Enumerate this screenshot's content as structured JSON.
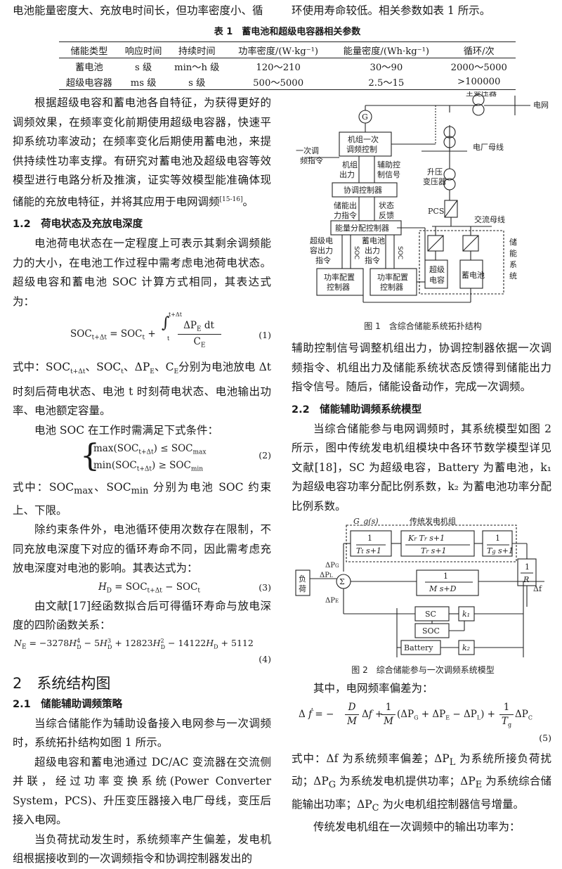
{
  "col_left_top": "电池能量密度大、充放电时间长，但功率密度小、循",
  "col_right_top": "环使用寿命较低。相关参数如表 1 所示。",
  "table1": {
    "caption": "表 1　蓄电池和超级电容器相关参数",
    "headers": [
      "储能类型",
      "响应时间",
      "持续时间",
      "功率密度/(W·kg⁻¹)",
      "能量密度/(Wh·kg⁻¹)",
      "循环/次"
    ],
    "rows": [
      [
        "蓄电池",
        "s 级",
        "min～h 级",
        "120～210",
        "30～90",
        "2000～5000"
      ],
      [
        "超级电容器",
        "ms 级",
        "s 级",
        "500～5000",
        "2.5～15",
        ">100000"
      ]
    ]
  },
  "left": {
    "para1": "根据超级电容和蓄电池各自特征，为获得更好的调频效果，在频率变化前期使用超级电容器，快速平抑系统功率波动；在频率变化后期使用蓄电池，来提供持续性功率支撑。有研究对蓄电池及超级电容等效模型进行电路分析及推演，证实等效模型能准确体现储能的充放电特征，并将其应用于电网调频",
    "para1_ref": "[15-16]",
    "para1_end": "。",
    "sec12": "1.2　荷电状态及充放电深度",
    "para2": "电池荷电状态在一定程度上可表示其剩余调频能力的大小，在电池工作过程中需考虑电池荷电状态。超级电容和蓄电池 SOC 计算方式相同，其表达式为：",
    "eq1_num": "(1)",
    "para3a": "式中：SOC",
    "para3b": "、SOC",
    "para3c": "、ΔP",
    "para3d": "、C",
    "para3e": "分别为电池放电 Δt 时刻后荷电状态、电池 t 时刻荷电状态、电池输出功率、电池额定容量。",
    "para4": "电池 SOC 在工作时需满足下式条件：",
    "eq2_num": "(2)",
    "para5": "式中：SOC<sub>max</sub>、SOC<sub>min</sub> 分别为电池 SOC 约束上、下限。",
    "para6": "除约束条件外，电池循环使用次数存在限制，不同充放电深度下对应的循环寿命不同，因此需考虑充放电深度对电池的影响。其表达式为：",
    "eq3_num": "(3)",
    "para7": "由文献[17]经函数拟合后可得循环寿命与放电深度的四阶函数关系：",
    "eq4_num": "(4)",
    "sec2": "2　系统结构图",
    "sec21": "2.1　储能辅助调频策略",
    "para8": "当综合储能作为辅助设备接入电网参与一次调频时，系统拓扑结构如图 1 所示。",
    "para9": "超级电容和蓄电池通过 DC/AC 变流器在交流侧并联，经过功率变换系统(Power Converter System，PCS)、升压变压器接入电厂母线，变压后接入电网。",
    "para10": "当负荷扰动发生时，系统频率产生偏差，发电机组根据接收到的一次调频指令和协调控制器发出的"
  },
  "fig1": {
    "caption": "图 1　含综合储能系统拓扑结构",
    "G": "G",
    "main_tr": "主变压器",
    "grid": "电网",
    "plant_bus": "电厂母线",
    "stepup1": "升压",
    "stepup2": "变压器",
    "pcs": "PCS",
    "ac_bus": "交流母线",
    "cmd1": "一次调",
    "cmd2": "频指令",
    "unit_ctrl1": "机组一次",
    "unit_ctrl2": "调频控制",
    "unit_out1": "机组",
    "unit_out2": "出力",
    "aux1": "辅助控",
    "aux2": "制信号",
    "coord": "协调控制器",
    "sto_cmd1": "储能出",
    "sto_cmd2": "力指令",
    "state1": "状态",
    "state2": "反馈",
    "energy_alloc": "能量分配控制器",
    "sc_cmd": [
      "超级电",
      "容出力",
      "指令"
    ],
    "bat_cmd": [
      "蓄电池",
      "出力",
      "指令"
    ],
    "soc": "SOC",
    "pcc1": "功率配置",
    "pcc2": "控制器",
    "sc1": "超级",
    "sc2": "电容",
    "bat": "蓄电池",
    "storage": [
      "储",
      "能",
      "系",
      "统"
    ]
  },
  "right": {
    "para1": "辅助控制信号调整机组出力，协调控制器依据一次调频指令、机组出力及储能系统状态反馈得到储能出力指令信号。随后，储能设备动作，完成一次调频。",
    "sec22": "2.2　储能辅助调频系统模型",
    "para2": "当综合储能参与电网调频时，其系统模型如图 2 所示，图中传统发电机组模块中各环节数学模型详见文献[18]，SC 为超级电容，Battery 为蓄电池，k₁ 为超级电容功率分配比例系数，k₂ 为蓄电池功率分配比例系数。",
    "para3": "其中，电网频率偏差为：",
    "eq5_num": "(5)",
    "para4": "式中：Δf 为系统频率偏差；ΔP<sub>L</sub> 为系统所接负荷扰动；ΔP<sub>G</sub> 为系统发电机提供功率；ΔP<sub>E</sub> 为系统综合储能输出功率；ΔP<sub>C</sub> 为火电机组控制器信号增量。",
    "para5": "传统发电机组在一次调频中的输出功率为："
  },
  "fig2": {
    "caption": "图 2　综合储能参与一次调频系统模型",
    "gs": "G_g(s)",
    "gen_group": "传统发电机组",
    "load1": "负",
    "load2": "荷",
    "sc": "SC",
    "soc": "SOC",
    "battery": "Battery",
    "k1": "k₁",
    "k2": "k₂",
    "df": "Δf"
  }
}
